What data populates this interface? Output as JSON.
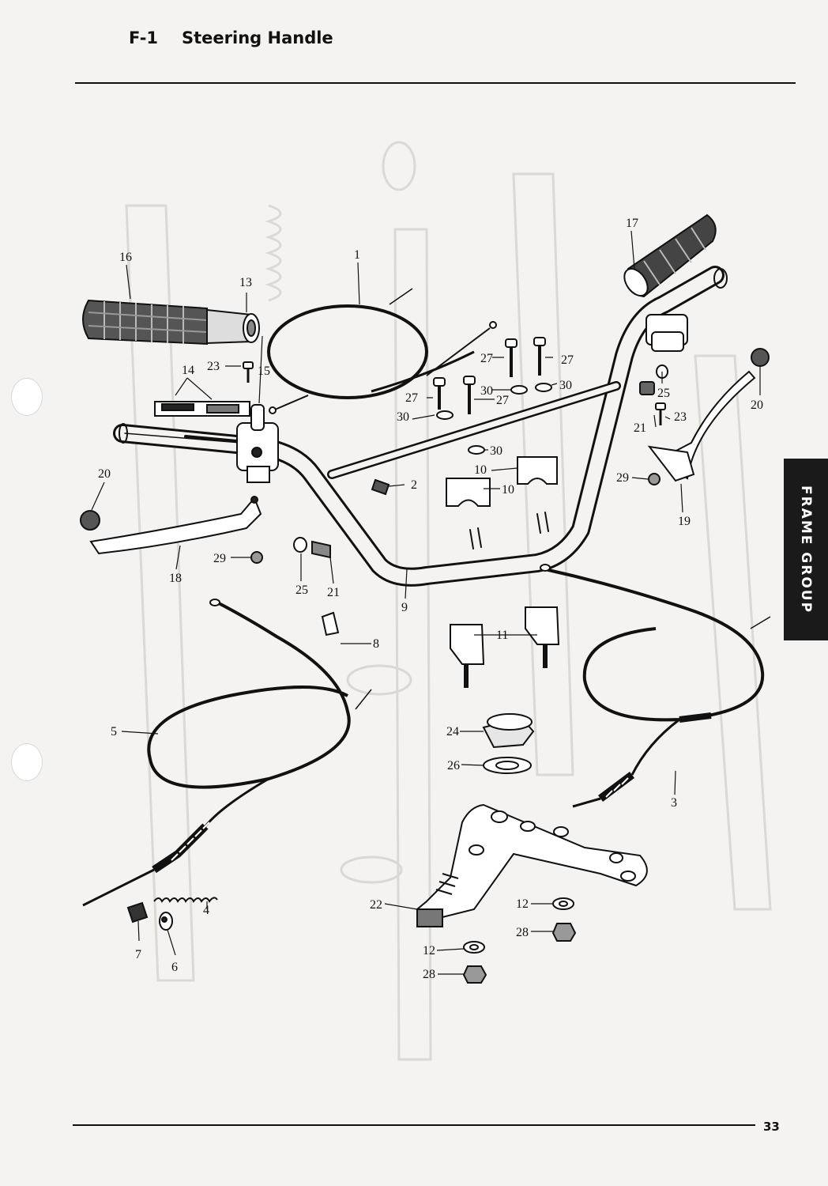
{
  "header": {
    "code": "F-1",
    "title": "Steering Handle"
  },
  "side_tab": {
    "label": "FRAME GROUP"
  },
  "footer": {
    "page_number": "33"
  },
  "callouts": {
    "c1": "1",
    "c2": "2",
    "c3": "3",
    "c4": "4",
    "c5": "5",
    "c6": "6",
    "c7": "7",
    "c8": "8",
    "c9": "9",
    "c10a": "10",
    "c10b": "10",
    "c11": "11",
    "c12a": "12",
    "c12b": "12",
    "c13": "13",
    "c14": "14",
    "c15": "15",
    "c16": "16",
    "c17": "17",
    "c18": "18",
    "c19": "19",
    "c20a": "20",
    "c20b": "20",
    "c21a": "21",
    "c21b": "21",
    "c22": "22",
    "c23a": "23",
    "c23b": "23",
    "c24": "24",
    "c25a": "25",
    "c25b": "25",
    "c26": "26",
    "c27a": "27",
    "c27b": "27",
    "c27c": "27",
    "c27d": "27",
    "c28a": "28",
    "c28b": "28",
    "c29a": "29",
    "c29b": "29",
    "c30a": "30",
    "c30b": "30",
    "c30c": "30",
    "c30d": "30"
  }
}
